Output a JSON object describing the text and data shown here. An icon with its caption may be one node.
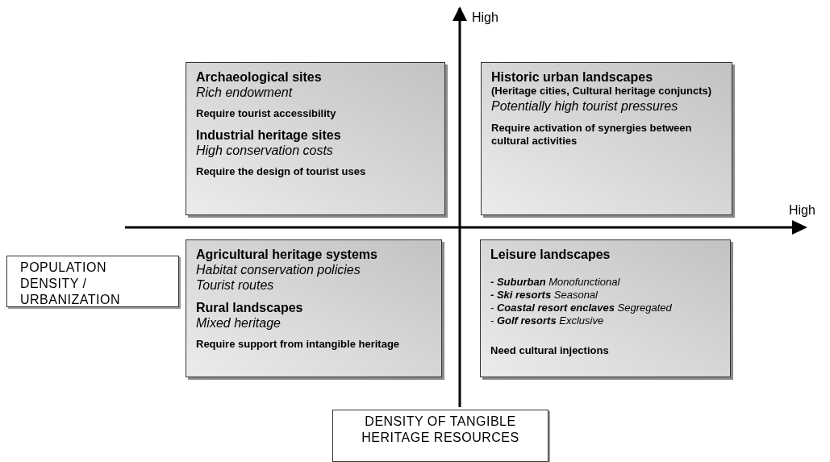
{
  "diagram": {
    "nodes": [
      {
        "text": [
          "Archaeological sites",
          "Rich endowment",
          "Require tourist accessibility",
          "Industrial heritage sites",
          "High conservation costs",
          "Require the design of  tourist uses"
        ]
      },
      {
        "text": [
          "Historic urban landscapes",
          "(Heritage cities, Cultural heritage conjuncts)",
          "Potentially high tourist pressures",
          "Require activation of synergies between cultural activities"
        ]
      },
      {
        "text": [
          "POPULATION DENSITY / URBANIZATION"
        ]
      },
      {
        "text": [
          "Agricultural heritage systems",
          "Habitat conservation policies",
          "Tourist routes",
          "Rural landscapes",
          "Mixed heritage",
          "Require support from intangible heritage"
        ]
      },
      {
        "text": [
          "Leisure landscapes",
          "**- Suburban**  *Monofunctional*",
          "**- Ski resorts** *Seasonal*",
          "- **Coastal resort enclaves** *Segregated*",
          "- **Golf resorts** *Exclusive*",
          "Need cultural injections"
        ]
      },
      {
        "text": [
          "DENSITY OF TANGIBLE HERITAGE RESOURCES"
        ]
      }
    ],
    "edges": [],
    "labels": [
      "High",
      "High"
    ]
  }
}
